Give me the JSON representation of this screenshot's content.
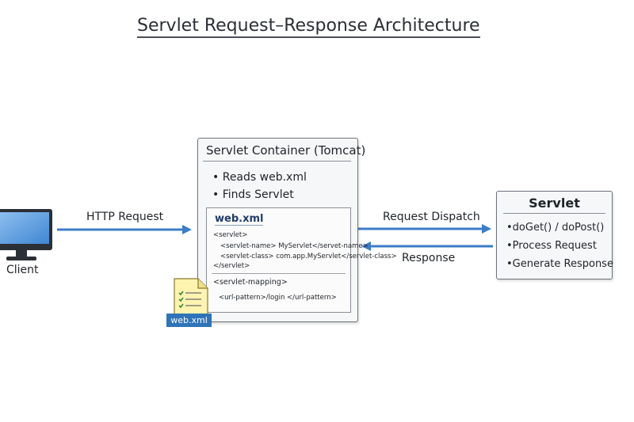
{
  "title": "Servlet Request–Response Architecture",
  "client": {
    "label": "Client"
  },
  "arrows": {
    "http_request": "HTTP Request",
    "request_dispatch": "Request Dispatch",
    "response": "Response"
  },
  "container": {
    "title": "Servlet Container (Tomcat)",
    "bullets": [
      "Reads web.xml",
      "Finds Servlet"
    ],
    "webxml": {
      "heading": "web.xml",
      "lines": [
        "<servlet>",
        "<servlet-name> MyServlet</servet-name>",
        "<servlet-class> com.app.MyServlet</servlet-class>",
        "</servlet>",
        "<servlet-mapping>",
        "<url-pattern>/login </url-pattern>"
      ]
    }
  },
  "file_icon": {
    "tag": "web.xml"
  },
  "servlet": {
    "title": "Servlet",
    "bullets": [
      "doGet() / doPost()",
      "Process Request",
      "Generate Response"
    ]
  },
  "colors": {
    "arrow": "#3b7dc8",
    "tag": "#2f74b8",
    "monitor_screen": "#4a90d9"
  }
}
